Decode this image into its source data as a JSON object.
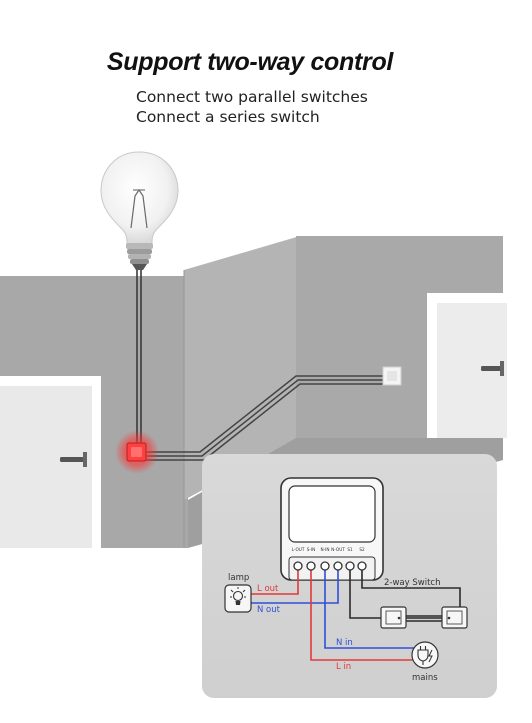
{
  "header": {
    "title": "Support two-way control",
    "line1": "Connect two parallel switches",
    "line2": "Connect a series switch"
  },
  "diagram": {
    "terminals": [
      "L-OUT",
      "S-IN",
      "N-IN",
      "N-OUT",
      "S1",
      "S2"
    ],
    "lamp_label": "lamp",
    "l_out": "L out",
    "n_out": "N out",
    "switch_label": "2-way Switch",
    "n_in": "N in",
    "l_in": "L in",
    "mains_label": "mains"
  },
  "colors": {
    "wall": "#a9a9a9",
    "wall_light": "#b7b7b7",
    "panel": "#d3d3d3",
    "live_wire": "#e23a3a",
    "neutral_wire": "#2f4fd8",
    "control_wire": "#2b2b2b",
    "relay_glow": "#ff3b3b"
  }
}
